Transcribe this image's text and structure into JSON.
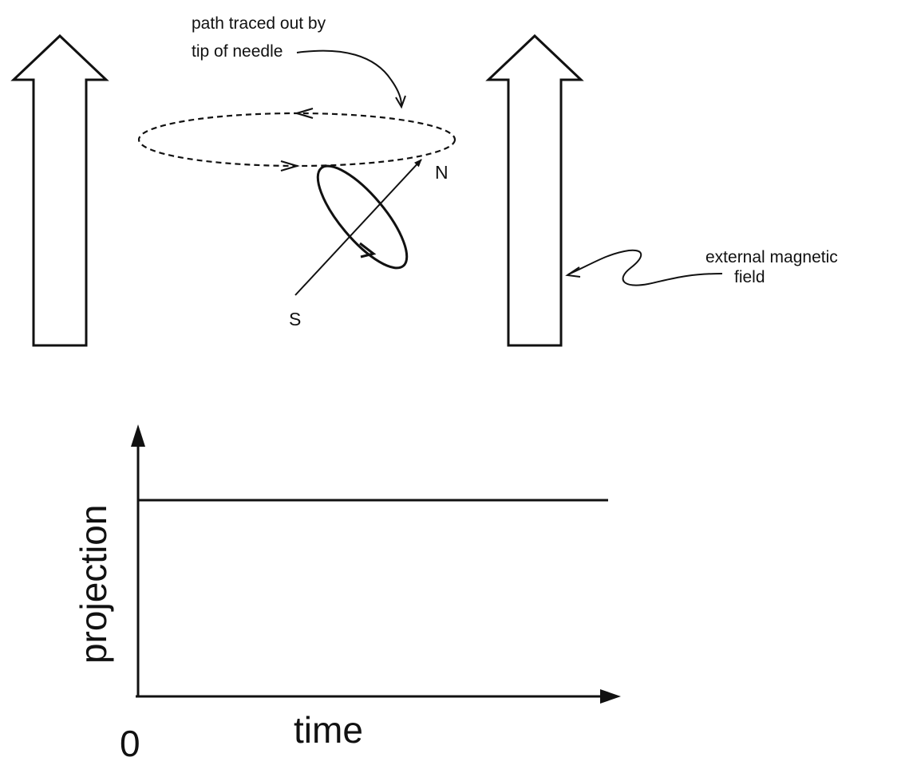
{
  "diagram": {
    "path_label_line1": "path traced out by",
    "path_label_line2": "tip of needle",
    "north_label": "N",
    "south_label": "S",
    "field_label_line1": "external magnetic",
    "field_label_line2": "field"
  },
  "plot": {
    "ylabel": "projection",
    "xlabel": "time",
    "origin_label": "0"
  },
  "chart_data": {
    "type": "line",
    "title": "",
    "xlabel": "time",
    "ylabel": "projection",
    "x": [
      0,
      1
    ],
    "series": [
      {
        "values": [
          0.75,
          0.75
        ]
      }
    ],
    "xlim": [
      0,
      1
    ],
    "ylim": [
      0,
      1
    ],
    "grid": false
  }
}
